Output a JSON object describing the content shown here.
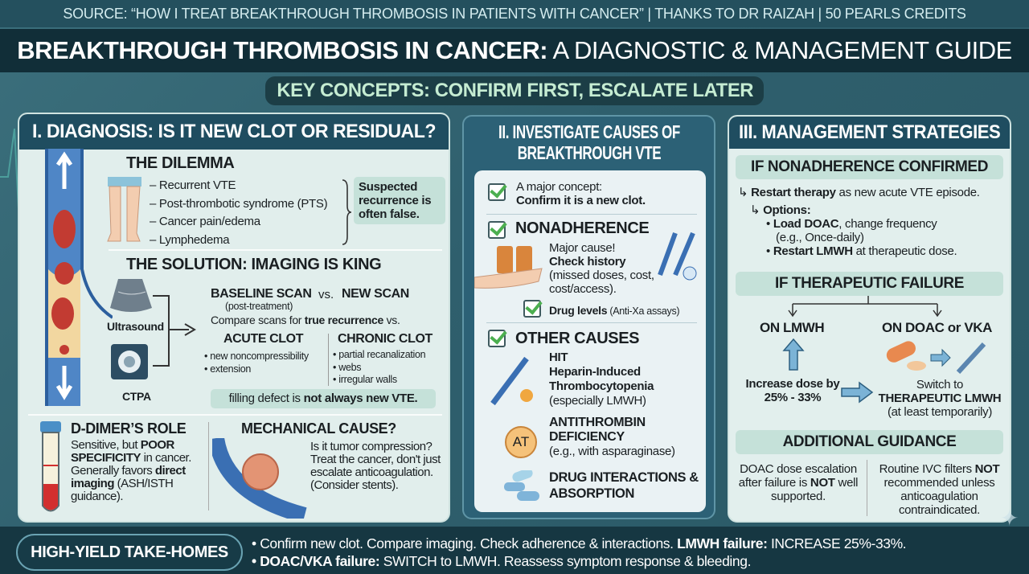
{
  "source": "SOURCE: “HOW I TREAT BREAKTHROUGH THROMBOSIS IN PATIENTS WITH CANCER” | THANKS TO DR RAIZAH | 50 PEARLS CREDITS",
  "title": {
    "bold": "BREAKTHROUGH THROMBOSIS IN CANCER:",
    "rest": " A DIAGNOSTIC & MANAGEMENT GUIDE"
  },
  "key_concepts": "KEY CONCEPTS: CONFIRM FIRST, ESCALATE LATER",
  "panel1": {
    "header": "I. DIAGNOSIS: IS IT NEW CLOT OR RESIDUAL?",
    "dilemma": {
      "title": "THE DILEMMA",
      "items": [
        "Recurrent VTE",
        "Post-thrombotic syndrome (PTS)",
        "Cancer pain/edema",
        "Lymphedema"
      ],
      "callout": "Suspected recurrence is often false."
    },
    "solution": {
      "title": "THE SOLUTION: IMAGING IS KING",
      "ultrasound": "Ultrasound",
      "ctpa": "CTPA",
      "baseline": "BASELINE SCAN",
      "vs": "vs.",
      "new_scan": "NEW SCAN",
      "post_treatment": "(post-treatment)",
      "compare": {
        "a": "Compare scans for ",
        "b": "true recurrence",
        "c": " vs."
      },
      "acute": {
        "title": "ACUTE CLOT",
        "items": [
          "new noncompressibility",
          "extension"
        ]
      },
      "chronic": {
        "title": "CHRONIC CLOT",
        "items": [
          "partial recanalization",
          "webs",
          "irregular walls"
        ]
      },
      "filling": {
        "a": "filling defect is ",
        "b": "not always new VTE."
      }
    },
    "ddimer": {
      "title": "D-DIMER’S ROLE",
      "a": "Sensitive, but ",
      "b": "POOR SPECIFICITY",
      "c": " in cancer. Generally favors ",
      "d": "direct imaging",
      "e": " (ASH/ISTH guidance)."
    },
    "mechanical": {
      "title": "MECHANICAL CAUSE?",
      "text": "Is it tumor compression? Treat the cancer, don't just escalate anticoagulation. (Consider stents)."
    }
  },
  "panel2": {
    "header": "II. INVESTIGATE CAUSES OF BREAKTHROUGH VTE",
    "concept": {
      "a": "A major concept:",
      "b": "Confirm it is a new clot."
    },
    "nonadherence": {
      "title": "NONADHERENCE",
      "a": "Major cause!",
      "b": "Check history",
      "c": "(missed doses, cost, cost/access).",
      "levels_b": "Drug levels",
      "levels_c": " (Anti-Xa assays)"
    },
    "other": {
      "title": "OTHER CAUSES",
      "hit": {
        "a": "HIT",
        "b": "Heparin-Induced Thrombocytopenia",
        "c": "(especially LMWH)"
      },
      "at": {
        "badge": "AT",
        "a": "ANTITHROMBIN DEFICIENCY",
        "b": "(e.g., with asparaginase)"
      },
      "drug": "DRUG INTERACTIONS & ABSORPTION"
    }
  },
  "panel3": {
    "header": "III. MANAGEMENT STRATEGIES",
    "nonadherence": {
      "title": "IF NONADHERENCE CONFIRMED",
      "restart_b": "Restart therapy",
      "restart_c": " as new acute VTE episode.",
      "options": "Options:",
      "opt1_b": "Load DOAC",
      "opt1_c": ", change frequency",
      "opt1_d": "(e.g., Once-daily)",
      "opt2_b": "Restart LMWH",
      "opt2_c": " at therapeutic dose."
    },
    "failure": {
      "title": "IF THERAPEUTIC FAILURE",
      "on_lmwh": "ON LMWH",
      "on_doac": "ON DOAC or VKA",
      "increase": "Increase dose by 25% - 33%",
      "switch_a": "Switch to",
      "switch_b": "THERAPEUTIC LMWH",
      "switch_c": "(at least temporarily)"
    },
    "guidance": {
      "title": "ADDITIONAL GUIDANCE",
      "left_a": "DOAC dose escalation after failure is ",
      "left_b": "NOT",
      "left_c": " well supported.",
      "right_a": "Routine IVC filters ",
      "right_b": "NOT",
      "right_c": " recommended unless anticoagulation contraindicated."
    }
  },
  "footer": {
    "label": "HIGH-YIELD TAKE-HOMES",
    "line1_a": "• Confirm new clot. Compare imaging. Check adherence & interactions. ",
    "line1_b": "LMWH failure:",
    "line1_c": " INCREASE 25%-33%.",
    "line2_b": "• DOAC/VKA failure:",
    "line2_c": " SWITCH to LMWH. Reassess symptom response & bleeding."
  },
  "colors": {
    "dark_header": "#1f4d60",
    "panel_bg": "#e1eeec",
    "highlight": "#c5e1d9",
    "check": "#4caf50",
    "clot": "#c0392b"
  }
}
